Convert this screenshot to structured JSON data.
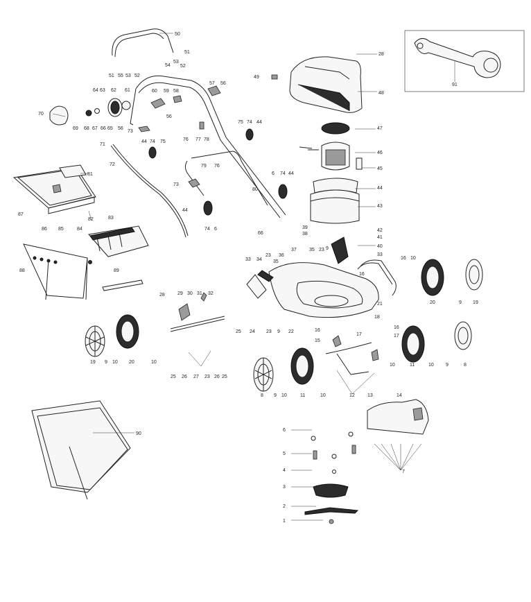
{
  "callouts": [
    "50",
    "51",
    "52",
    "53",
    "54",
    "55",
    "51",
    "53",
    "52",
    "28",
    "49",
    "48",
    "91",
    "64",
    "63",
    "62",
    "61",
    "70",
    "69",
    "68",
    "67",
    "66",
    "65",
    "56",
    "60",
    "59",
    "58",
    "57",
    "56",
    "56",
    "73",
    "71",
    "72",
    "81",
    "44",
    "74",
    "75",
    "76",
    "77",
    "78",
    "79",
    "76",
    "75",
    "74",
    "44",
    "47",
    "46",
    "45",
    "73",
    "6",
    "74",
    "44",
    "80",
    "44",
    "74",
    "6",
    "44",
    "43",
    "87",
    "82",
    "83",
    "86",
    "85",
    "84",
    "88",
    "89",
    "66",
    "39",
    "38",
    "42",
    "41",
    "40",
    "33",
    "23",
    "36",
    "35",
    "37",
    "35",
    "23",
    "9",
    "16",
    "16",
    "10",
    "20",
    "9",
    "19",
    "33",
    "34",
    "21",
    "18",
    "28",
    "29",
    "30",
    "31",
    "32",
    "25",
    "24",
    "23",
    "9",
    "22",
    "16",
    "15",
    "17",
    "16",
    "17",
    "19",
    "9",
    "10",
    "20",
    "10",
    "25",
    "26",
    "27",
    "23",
    "26",
    "25",
    "8",
    "9",
    "10",
    "11",
    "10",
    "12",
    "13",
    "10",
    "11",
    "10",
    "9",
    "8",
    "14",
    "90",
    "6",
    "5",
    "4",
    "3",
    "2",
    "1",
    "7"
  ]
}
